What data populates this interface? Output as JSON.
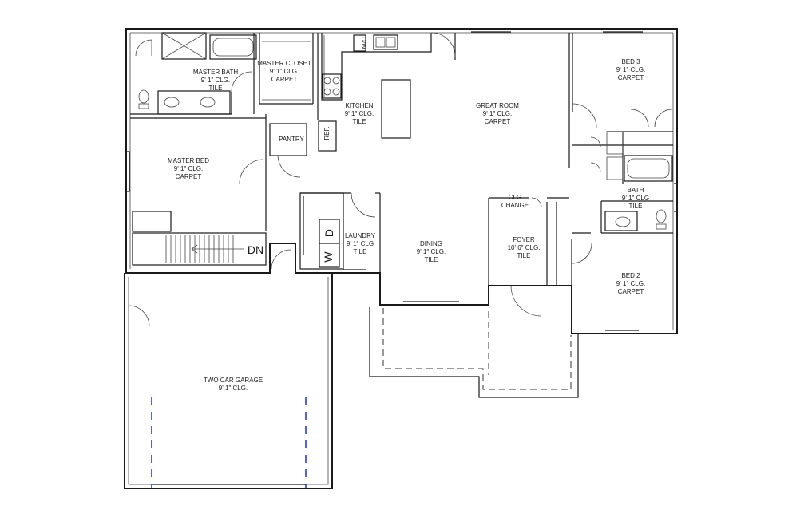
{
  "rooms": {
    "master_bath": [
      "MASTER BATH",
      "9' 1\"  CLG.",
      "TILE"
    ],
    "master_closet": [
      "MASTER CLOSET",
      "9' 1\"  CLG.",
      "CARPET"
    ],
    "kitchen": [
      "KITCHEN",
      "9' 1\"  CLG.",
      "TILE"
    ],
    "great_room": [
      "GREAT ROOM",
      "9' 1\"  CLG.",
      "CARPET"
    ],
    "bed3": [
      "BED 3",
      "9' 1\"  CLG.",
      "CARPET"
    ],
    "master_bed": [
      "MASTER BED",
      "9' 1\"  CLG.",
      "CARPET"
    ],
    "pantry": [
      "PANTRY"
    ],
    "bath": [
      "BATH",
      "9' 1\"  CLG",
      "TILE"
    ],
    "clg_change": [
      "CLG",
      "CHANGE"
    ],
    "laundry": [
      "LAUNDRY",
      "9' 1\"  CLG",
      "TILE"
    ],
    "dining": [
      "DINING",
      "9' 1\"  CLG.",
      "TILE"
    ],
    "foyer": [
      "FOYER",
      "10' 6\"  CLG.",
      "TILE"
    ],
    "bed2": [
      "BED 2",
      "9' 1\"  CLG.",
      "CARPET"
    ],
    "garage": [
      "TWO CAR GARAGE",
      "9' 1\"  CLG."
    ]
  },
  "fixtures": {
    "dishwasher": "D/W",
    "refrigerator": "REF.",
    "washer": "W",
    "dryer": "D",
    "stairs": "DN"
  },
  "colors": {
    "walls": "#1a1a1a",
    "garage_door": "#2b3bd6",
    "background": "#ffffff"
  }
}
